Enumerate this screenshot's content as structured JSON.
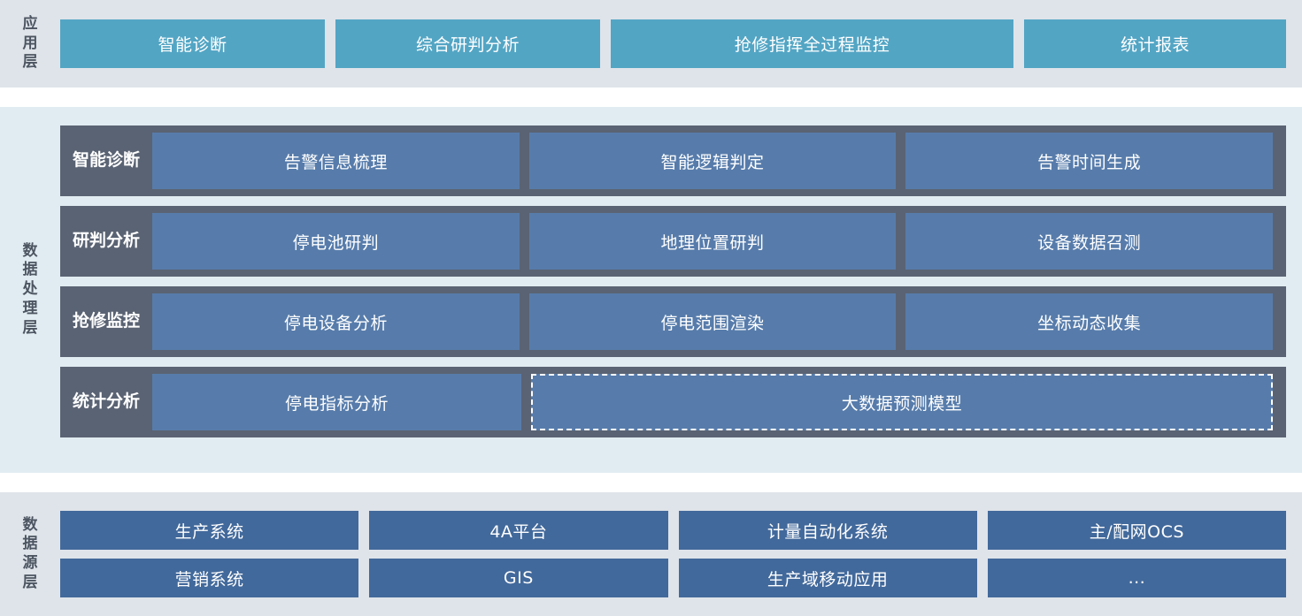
{
  "colors": {
    "app_box": "#53a5c4",
    "app_panel_bg": "#dfe4ea",
    "process_panel_bg": "#e1ecf2",
    "process_row_bg": "#5a6373",
    "process_cell": "#577cab",
    "source_box": "#42699b",
    "label_text": "#4c5561",
    "box_text": "#ffffff"
  },
  "layers": {
    "application": {
      "label": "应用层",
      "boxes": [
        {
          "label": "智能诊断"
        },
        {
          "label": "综合研判分析"
        },
        {
          "label": "抢修指挥全过程监控"
        },
        {
          "label": "统计报表"
        }
      ]
    },
    "processing": {
      "label": "数据处理层",
      "rows": [
        {
          "category": "智能诊断",
          "category_lines": [
            "智能",
            "诊断"
          ],
          "cells": [
            {
              "label": "告警信息梳理",
              "dashed": false
            },
            {
              "label": "智能逻辑判定",
              "dashed": false
            },
            {
              "label": "告警时间生成",
              "dashed": false
            }
          ]
        },
        {
          "category": "研判分析",
          "category_lines": [
            "研判",
            "分析"
          ],
          "cells": [
            {
              "label": "停电池研判",
              "dashed": false
            },
            {
              "label": "地理位置研判",
              "dashed": false
            },
            {
              "label": "设备数据召测",
              "dashed": false
            }
          ]
        },
        {
          "category": "抢修监控",
          "category_lines": [
            "抢修",
            "监控"
          ],
          "cells": [
            {
              "label": "停电设备分析",
              "dashed": false
            },
            {
              "label": "停电范围渲染",
              "dashed": false
            },
            {
              "label": "坐标动态收集",
              "dashed": false
            }
          ]
        },
        {
          "category": "统计分析",
          "category_lines": [
            "统计",
            "分析"
          ],
          "cells": [
            {
              "label": "停电指标分析",
              "dashed": false
            },
            {
              "label": "大数据预测模型",
              "dashed": true,
              "span": 2
            }
          ]
        }
      ]
    },
    "source": {
      "label": "数据源层",
      "rows": [
        [
          {
            "label": "生产系统"
          },
          {
            "label": "4A平台"
          },
          {
            "label": "计量自动化系统"
          },
          {
            "label": "主/配网OCS"
          }
        ],
        [
          {
            "label": "营销系统"
          },
          {
            "label": "GIS"
          },
          {
            "label": "生产域移动应用"
          },
          {
            "label": "..."
          }
        ]
      ]
    }
  }
}
